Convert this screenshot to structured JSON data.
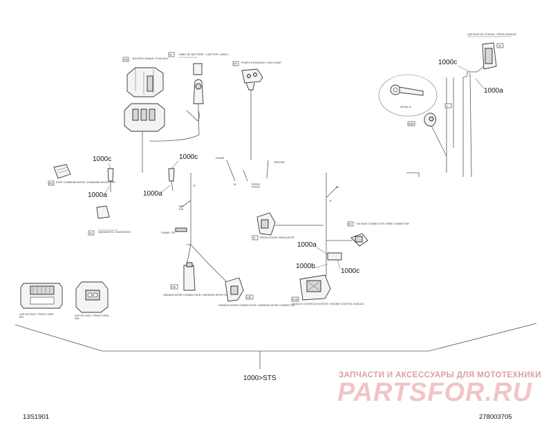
{
  "refs": {
    "r1000c_left": "1000c",
    "r1000a_left": "1000a",
    "r1000c_mid": "1000c",
    "r1000a_mid": "1000a",
    "r1000c_top_right": "1000c",
    "r1000a_top_right": "1000a",
    "r1000a_right": "1000a",
    "r1000b_right": "1000b",
    "r1000c_right": "1000c",
    "sts": "1000>STS"
  },
  "codes": {
    "left": "13S1901",
    "right": "278003705"
  },
  "watermark": {
    "tagline": "ЗАПЧАСТИ И АКСЕССУАРЫ ДЛЯ МОТОТЕХНИКИ",
    "brand": "PARTSFOR.RU"
  },
  "tags": {
    "fuse_box": "F/B",
    "battery": "B+",
    "fuel_pump": "FP",
    "comm_port": "DIG",
    "dc": "DC",
    "regulator": "R",
    "voltage_reg": "VR",
    "ecm": "ECM",
    "harness_a": "H/A",
    "harness_b": "H/B",
    "speed_sensor": "SS",
    "ground": "GND",
    "conn_a": "SDI",
    "conn_b": "IGN"
  },
  "labels": {
    "fuse_box": "BOITIER FUSIBLE / FUSE BOX",
    "battery": "CABLE DE BATTERIE + / BATTERY CABLE +",
    "fuel_pump": "POMPE D'ESSENCE / FUEL PUMP",
    "comm_port": "PORT COMMUNICATION / COMMUNICATION PORT",
    "dc": "DIAGNOSTIC / DIAGNOSTIC",
    "regulator": "REGULATEUR / REGULATOR",
    "voltage_reg": "VOLTAGE CONNECTOR / WIRE CONNECTOR",
    "ecm": "MODULE CONTROLE MOTEUR / ENGINE CONTROL MODULE",
    "harness_a": "HARNAIS INTER-CONNECTEUR / HARNESS INTER CONNECTOR",
    "harness_b": "HARNAIS INTER-CONNECTEUR / HARNESS INTER CONNECTOR",
    "speed_sensor": "CAPTEUR DE VITESSE / SPEED SENSOR",
    "detail": "DETAIL B",
    "view_a": "VUE DE FACE / FRONT VIEW",
    "view_b": "VUE DE FACE / FRONT VIEW"
  },
  "colors": {
    "line": "#555555",
    "watermark_tagline": "#d9a0a0",
    "watermark_brand": "#f2c4c4"
  }
}
